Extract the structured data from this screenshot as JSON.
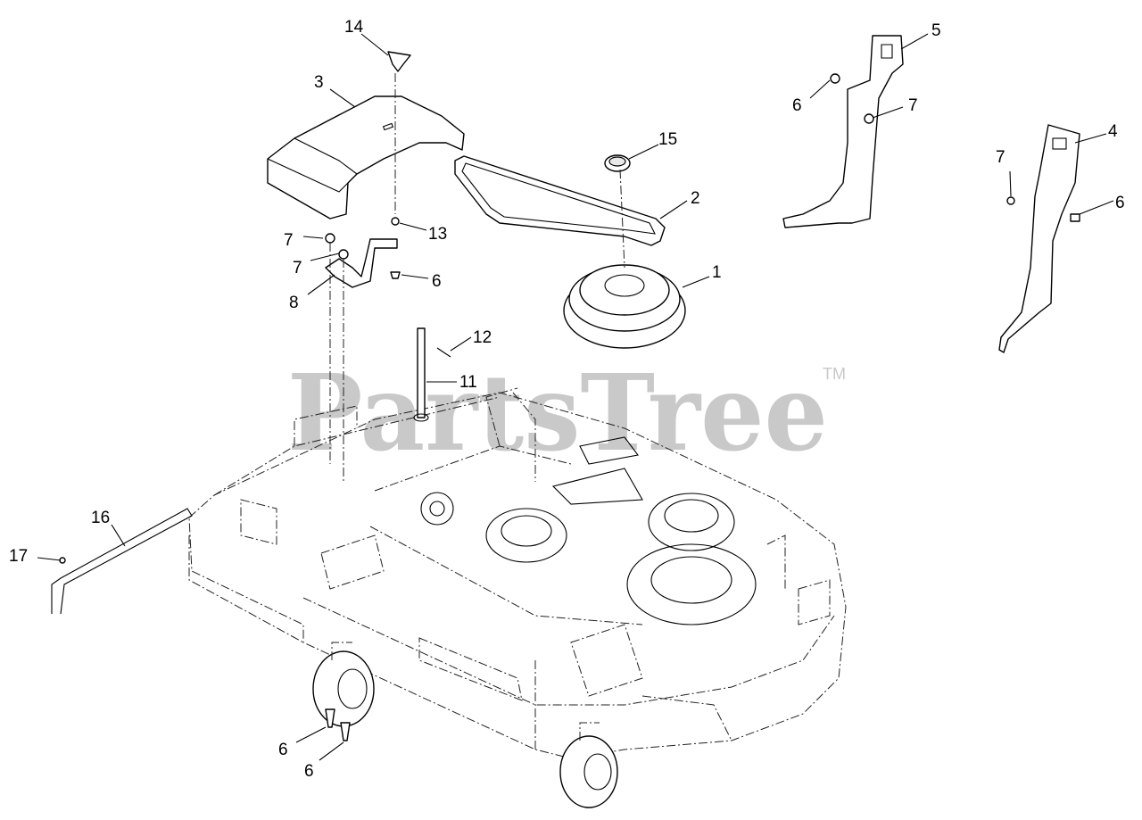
{
  "watermark": {
    "text": "PartsTree",
    "trademark": "TM"
  },
  "callouts": [
    "14",
    "3",
    "5",
    "6",
    "7",
    "15",
    "4",
    "2",
    "7",
    "6",
    "13",
    "7",
    "7",
    "6",
    "1",
    "8",
    "12",
    "11",
    "16",
    "17",
    "6",
    "6"
  ]
}
